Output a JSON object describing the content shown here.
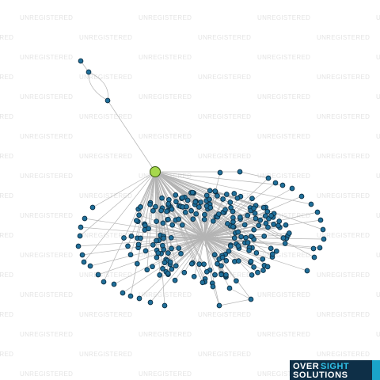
{
  "watermark": {
    "text": "UNREGISTERED"
  },
  "logo": {
    "line1_part1": "OVER",
    "line1_part2": "SIGHT",
    "line2": "SOLUTIONS",
    "colors": {
      "dark": "#0e2f47",
      "accent": "#2fc0e6"
    }
  },
  "graph": {
    "colors": {
      "node": "#1f6f9a",
      "focus_node": "#a6d84c",
      "edge": "#b4b4b4"
    },
    "focus_node": "highlighted-entity",
    "chain_node_count": 3,
    "cluster_node_count": 230
  }
}
